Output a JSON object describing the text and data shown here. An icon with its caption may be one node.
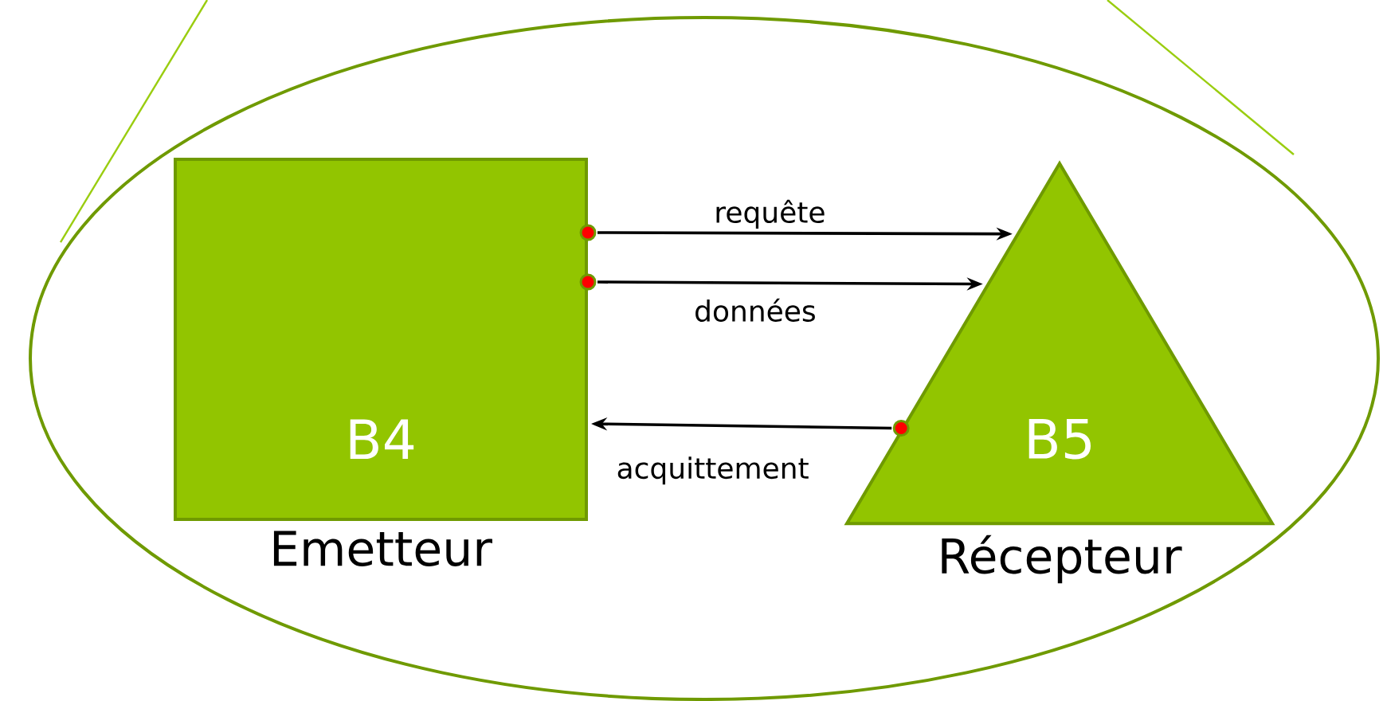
{
  "diagram": {
    "nodes": [
      {
        "text": [],
        "shape": "ellipse"
      },
      {
        "text": [
          "B4"
        ],
        "beside": [
          "Emetteur"
        ],
        "in": 0
      },
      {
        "text": [
          "B5"
        ],
        "beside": [
          "Récepteur"
        ],
        "in": 0
      }
    ],
    "edges": [
      {
        "from": 1,
        "to": 2,
        "arrow": "to",
        "label": "requête"
      },
      {
        "from": 1,
        "to": 2,
        "arrow": "to",
        "label": "données"
      },
      {
        "from": 2,
        "to": 1,
        "arrow": "to",
        "label": "acquittement"
      }
    ]
  }
}
